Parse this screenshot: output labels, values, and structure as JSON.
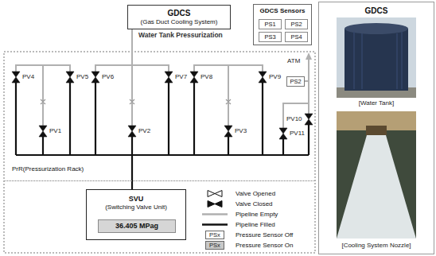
{
  "diagram": {
    "nodes": [
      {
        "text": [
          "GDCS",
          "(Gas Duct Cooling System)"
        ]
      },
      {
        "text": [
          "GDCS Sensors"
        ]
      },
      {
        "text": [
          "PS1"
        ],
        "in": 1
      },
      {
        "text": [
          "PS2"
        ],
        "in": 1
      },
      {
        "text": [
          "PS3"
        ],
        "in": 1
      },
      {
        "text": [
          "PS4"
        ],
        "in": 1
      },
      {
        "text": [
          "GDCS"
        ]
      },
      {
        "text": [
          "PrR(Pressurization Rack)"
        ]
      },
      {
        "text": [
          "PS2"
        ],
        "in": 7
      },
      {
        "text": [
          "SVU",
          "(Switching Valve Unit)"
        ]
      },
      {
        "text": [
          "36.405 MPag"
        ],
        "in": 9
      }
    ],
    "edges": [
      {
        "from": 9,
        "to": 7,
        "arrow": "none"
      },
      {
        "from": 7,
        "to": 0,
        "arrow": "none"
      }
    ],
    "labels": [
      "Water Tank Pressurization",
      "ATM",
      "PV4",
      "PV5",
      "PV6",
      "PV7",
      "PV8",
      "PV9",
      "PV1",
      "PV2",
      "PV3",
      "PV10",
      "PV11",
      "PSx",
      "PSx",
      "[Water Tank]",
      "[Cooling System Nozzle]"
    ],
    "legend": [
      {
        "text": "Valve Opened"
      },
      {
        "text": "Valve Closed"
      },
      {
        "text": "Pipeline Empty"
      },
      {
        "text": "Pipeline Filled"
      },
      {
        "text": "Pressure Sensor Off",
        "color": "#ffffff"
      },
      {
        "text": "Pressure Sensor On",
        "color": "#c8c8c8"
      }
    ]
  }
}
